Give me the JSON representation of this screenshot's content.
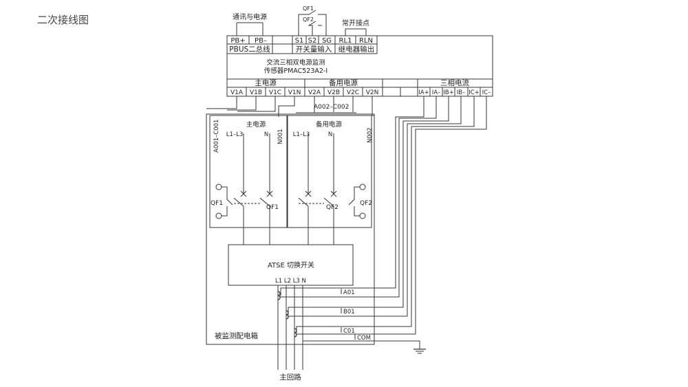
{
  "title": "二次接线图",
  "monitor": {
    "caption_comm": "通讯与电源",
    "caption_qf1": "QF1",
    "caption_qf2": "QF2",
    "caption_contact": "常开接点",
    "terminals_top": [
      "PB+",
      "PB–",
      "S1",
      "S2",
      "SG",
      "RL1",
      "RLN"
    ],
    "label_pbus": "PBUS二总线",
    "label_switch_in": "开关量输入",
    "label_relay_out": "继电器输出",
    "device_line1": "交流三相双电源监测",
    "device_line2": "传感器PMAC523A2-I",
    "group_main": "主电源",
    "group_backup": "备用电源",
    "group_current": "三相电流",
    "terminals_bottom": [
      "V1A",
      "V1B",
      "V1C",
      "V1N",
      "V2A",
      "V2B",
      "V2C",
      "V2N"
    ],
    "terminals_current": [
      "IA+",
      "IA–",
      "IB+",
      "IB–",
      "IC+",
      "IC–"
    ]
  },
  "wiring": {
    "label_a002": "A002–C002",
    "label_a001": "A001–C001",
    "label_n001": "N001",
    "label_n002": "N002"
  },
  "cabinet": {
    "main_power": "主电源",
    "backup_power": "备用电源",
    "l1l3_main": "L1–L3",
    "n_main": "N",
    "l1l3_backup": "L1–L3",
    "n_backup": "N",
    "qf1_left": "QF1",
    "qf1_right": "QF1",
    "qf2_left": "QF2",
    "qf2_right": "QF2",
    "atse": "ATSE 切换开关",
    "atse_terminals": "L1 L2 L3 N",
    "ct_a": "A01",
    "ct_b": "B01",
    "ct_c": "C01",
    "ct_com": "COM",
    "cabinet_label": "被监测配电箱",
    "main_circuit": "主回路"
  }
}
